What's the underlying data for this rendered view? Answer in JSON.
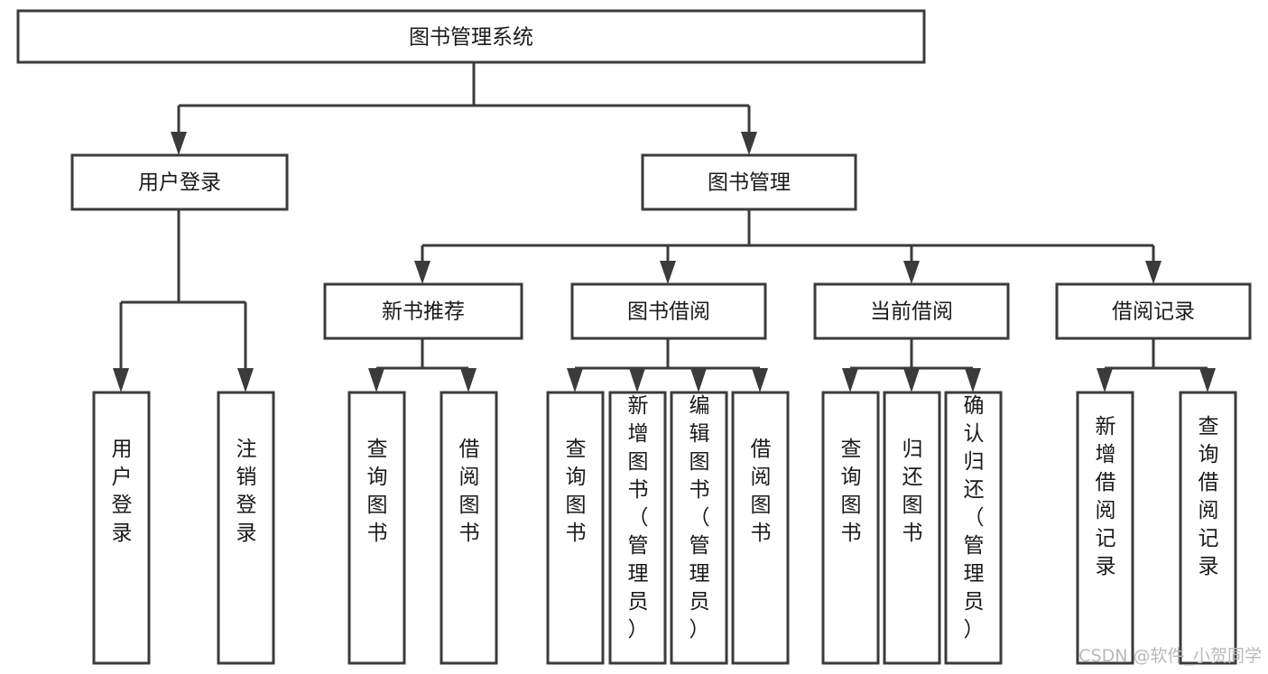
{
  "diagram": {
    "title": "图书管理系统",
    "type": "tree-hierarchy-functional-decomposition",
    "root": {
      "label": "图书管理系统"
    },
    "level2": [
      {
        "id": "user-login",
        "label": "用户登录"
      },
      {
        "id": "book-manage",
        "label": "图书管理"
      }
    ],
    "level3": [
      {
        "id": "new-book-recommend",
        "label": "新书推荐",
        "parent": "book-manage"
      },
      {
        "id": "book-borrow",
        "label": "图书借阅",
        "parent": "book-manage"
      },
      {
        "id": "current-borrow",
        "label": "当前借阅",
        "parent": "book-manage"
      },
      {
        "id": "borrow-record",
        "label": "借阅记录",
        "parent": "book-manage"
      }
    ],
    "leaves": {
      "user-login": [
        {
          "id": "leaf-user-login",
          "label": "用户登录"
        },
        {
          "id": "leaf-logout-login",
          "label": "注销登录"
        }
      ],
      "new-book-recommend": [
        {
          "id": "leaf-query-book-1",
          "label": "查询图书"
        },
        {
          "id": "leaf-borrow-book-1",
          "label": "借阅图书"
        }
      ],
      "book-borrow": [
        {
          "id": "leaf-query-book-2",
          "label": "查询图书"
        },
        {
          "id": "leaf-add-book",
          "label": "新增图书（管理员）"
        },
        {
          "id": "leaf-edit-book",
          "label": "编辑图书（管理员）"
        },
        {
          "id": "leaf-borrow-book-2",
          "label": "借阅图书"
        }
      ],
      "current-borrow": [
        {
          "id": "leaf-query-book-3",
          "label": "查询图书"
        },
        {
          "id": "leaf-return-book",
          "label": "归还图书"
        },
        {
          "id": "leaf-confirm-return",
          "label": "确认归还（管理员）"
        }
      ],
      "borrow-record": [
        {
          "id": "leaf-add-record",
          "label": "新增借阅记录"
        },
        {
          "id": "leaf-query-record",
          "label": "查询借阅记录"
        }
      ]
    }
  },
  "watermark": {
    "text": "CSDN @软件_小贺同学"
  },
  "colors": {
    "box_stroke": "#3b3b3b",
    "box_fill": "#ffffff",
    "text": "#1a1a1a",
    "watermark": "#b9b9b9",
    "background": "#ffffff"
  }
}
